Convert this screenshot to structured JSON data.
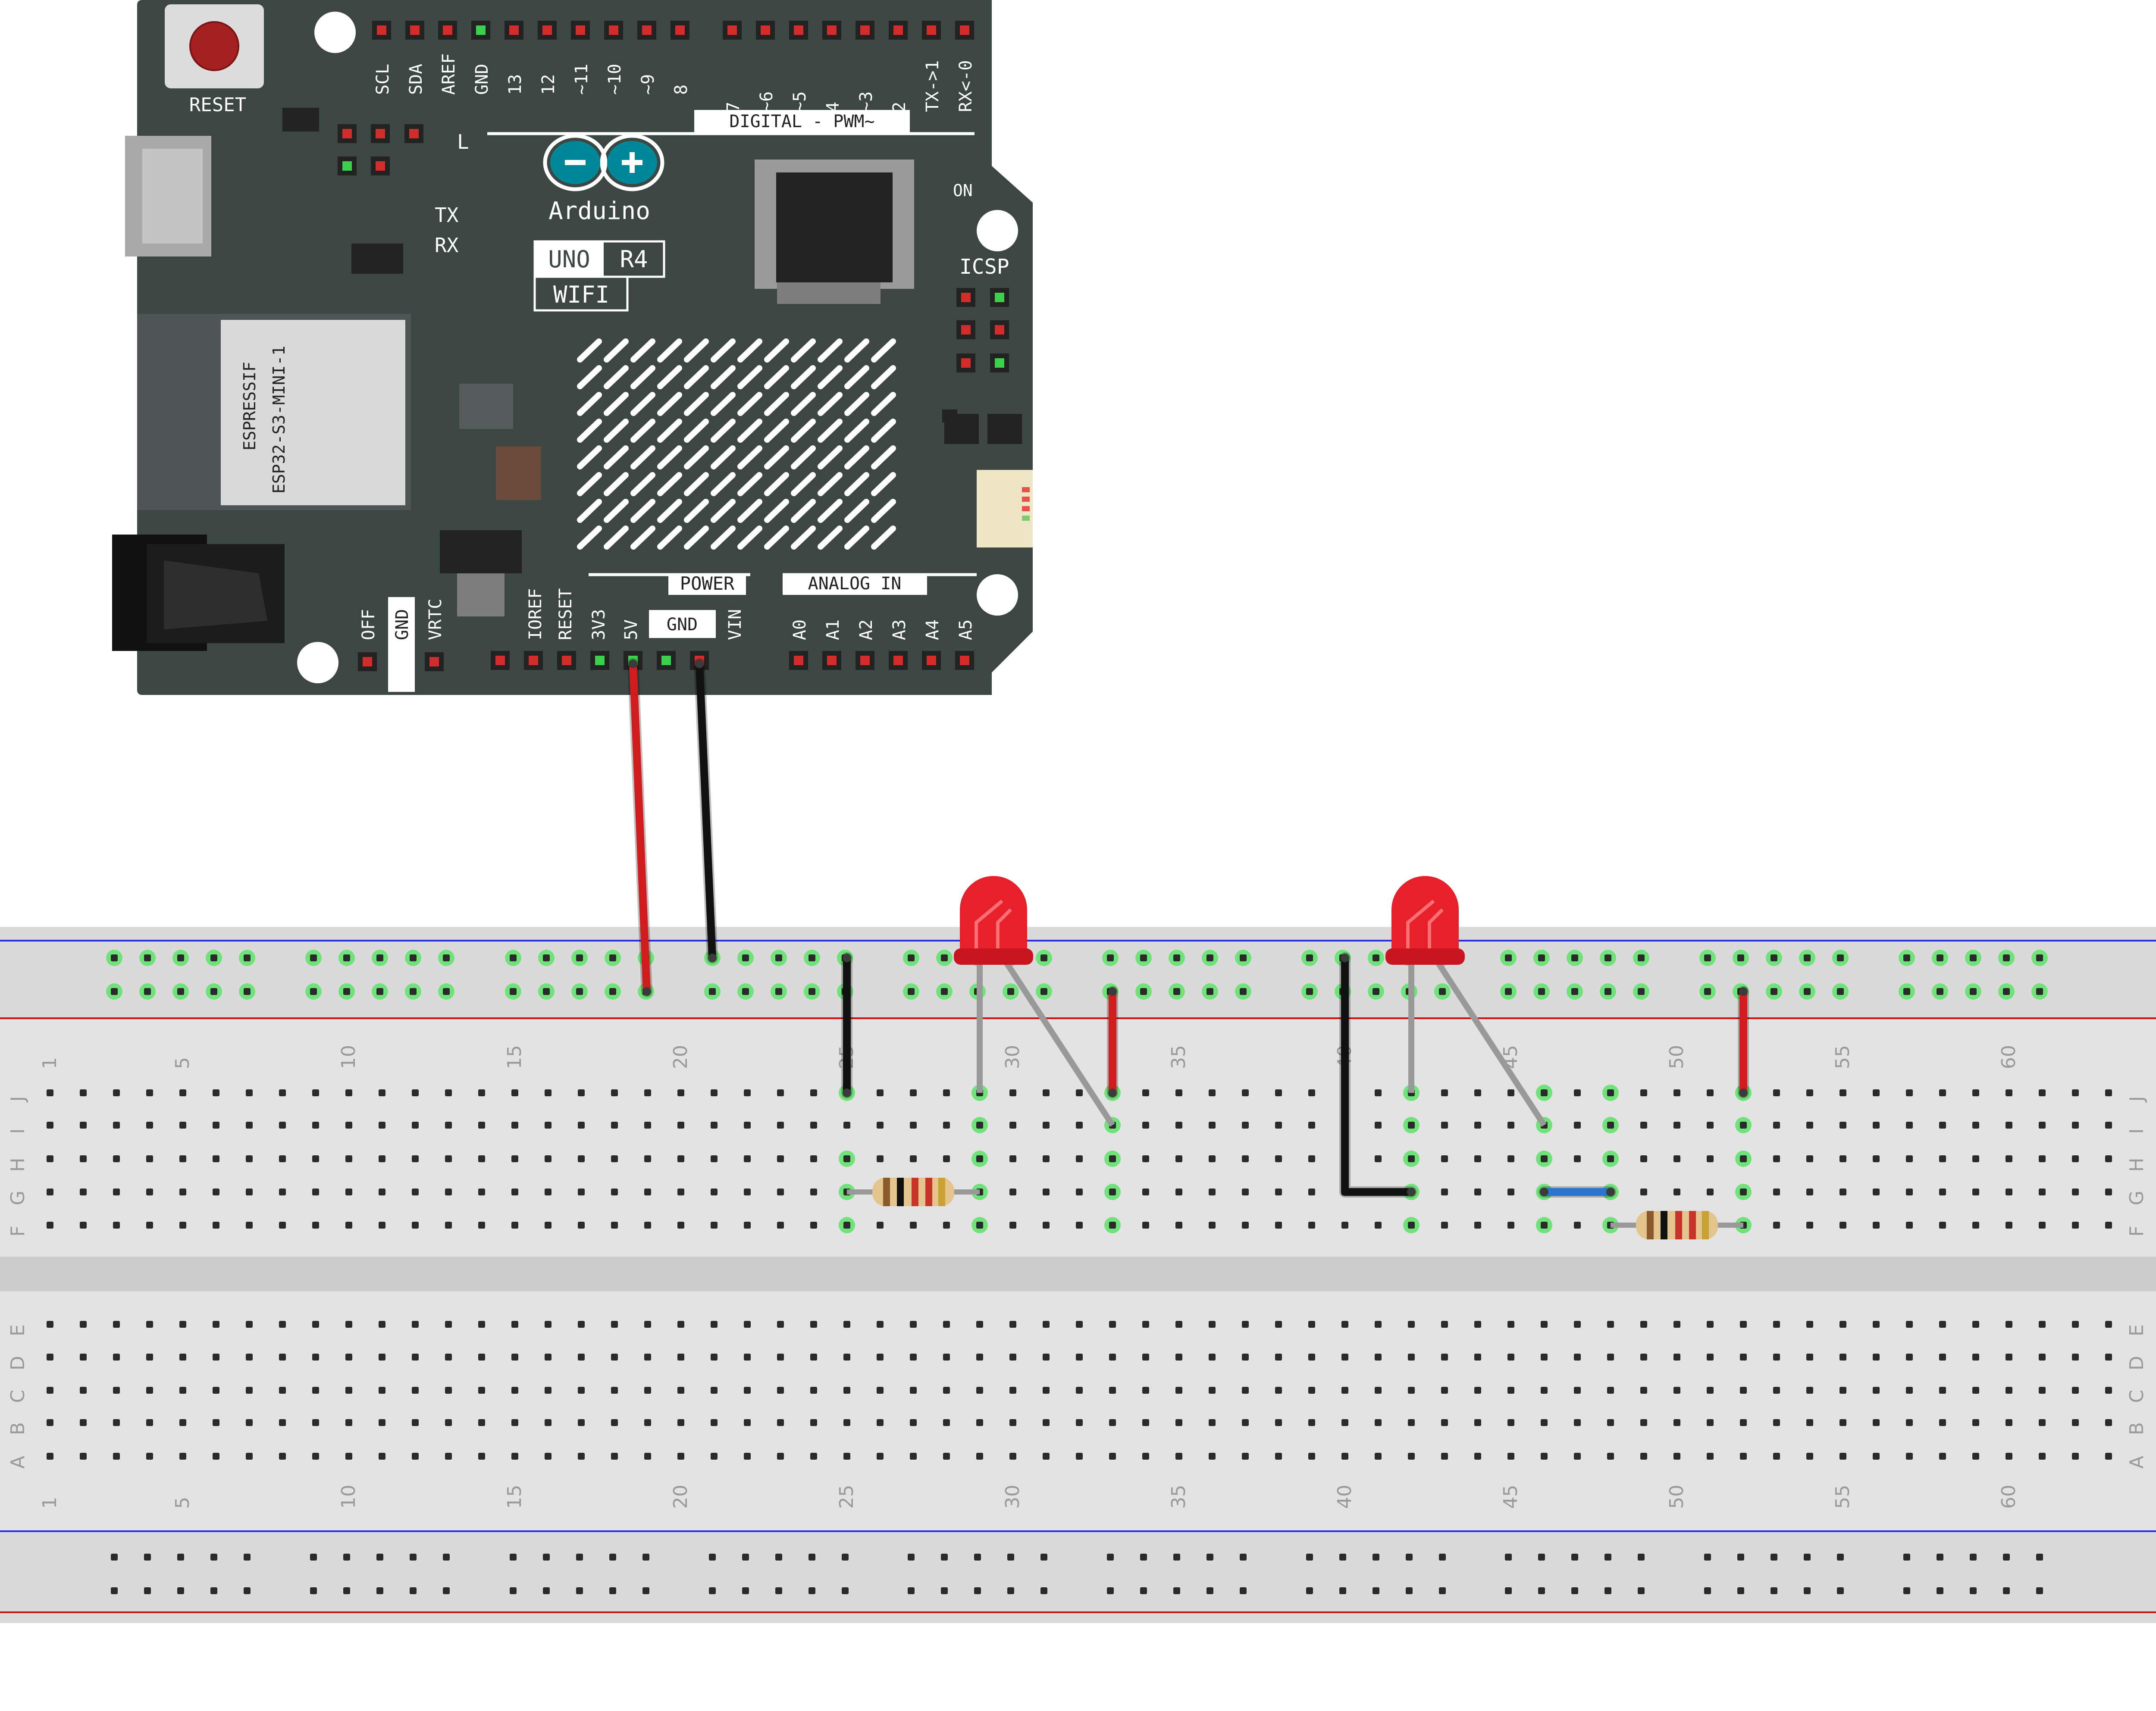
{
  "board": {
    "brand": "Arduino",
    "model": "UNO",
    "revision": "R4",
    "variant": "WIFI",
    "reset_label": "RESET",
    "l_label": "L",
    "tx_label": "TX",
    "rx_label": "RX",
    "on_label": "ON",
    "icsp_label": "ICSP",
    "module_line1": "ESPRESSIF",
    "module_line2": "ESP32-S3-MINI-1",
    "digital_header_label": "DIGITAL - PWM~",
    "power_header_label": "POWER",
    "analog_header_label": "ANALOG IN",
    "top_pins_left": [
      "SCL",
      "SDA",
      "AREF",
      "GND",
      "13",
      "12",
      "~11",
      "~10",
      "~9",
      "8"
    ],
    "top_pins_right": [
      "7",
      "~6",
      "~5",
      "4",
      "~3",
      "2",
      "TX->1",
      "RX<-0"
    ],
    "power_pins": [
      "IOREF",
      "RESET",
      "3V3",
      "5V",
      "GND",
      "VIN"
    ],
    "analog_pins": [
      "A0",
      "A1",
      "A2",
      "A3",
      "A4",
      "A5"
    ],
    "side_pins": [
      "OFF",
      "GND",
      "VRTC"
    ]
  },
  "breadboard": {
    "row_letters_top": [
      "J",
      "I",
      "H",
      "G",
      "F"
    ],
    "row_letters_bottom": [
      "E",
      "D",
      "C",
      "B",
      "A"
    ],
    "column_numbers": [
      "1",
      "5",
      "10",
      "15",
      "20",
      "25",
      "30",
      "35",
      "40",
      "45",
      "50",
      "55",
      "60"
    ],
    "column_count": 63
  },
  "colors": {
    "board": "#3c4744",
    "wire_red": "#d01c1c",
    "wire_black": "#111111",
    "wire_blue": "#2a73cf",
    "led_red": "#e8202a",
    "rail_line_red": "#cc1010",
    "rail_line_blue": "#2a2adf",
    "active_hole": "#6fe37a"
  },
  "components": {
    "leds": [
      {
        "color": "red",
        "anode_column": 29,
        "cathode_column": 33
      },
      {
        "color": "red",
        "anode_column": 42,
        "cathode_column": 46
      }
    ],
    "resistors": [
      {
        "from_column": 25,
        "to_column": 29,
        "row": "G"
      },
      {
        "from_column": 48,
        "to_column": 52,
        "row": "F"
      }
    ],
    "wires": [
      {
        "color": "red",
        "from": "5V",
        "to": "top rail +"
      },
      {
        "color": "black",
        "from": "GND",
        "to": "top rail -"
      },
      {
        "color": "black",
        "from": "rail - col 25",
        "to": "J25"
      },
      {
        "color": "red",
        "from": "rail + col 33",
        "to": "J33"
      },
      {
        "color": "black",
        "from": "rail - col 40",
        "to": "G42"
      },
      {
        "color": "blue",
        "from": "G46",
        "to": "G48"
      },
      {
        "color": "red",
        "from": "rail + col 52",
        "to": "J52"
      }
    ]
  }
}
